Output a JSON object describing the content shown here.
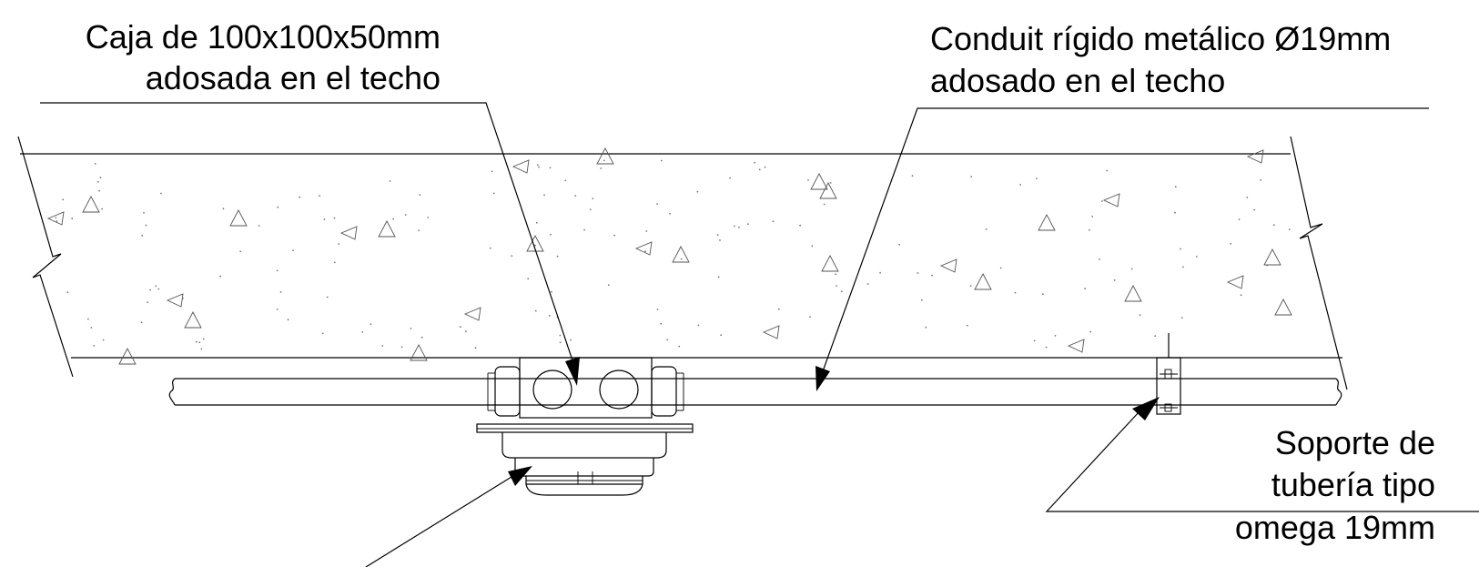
{
  "labels": {
    "box": {
      "line1": "Caja de 100x100x50mm",
      "line2": "adosada en el techo"
    },
    "conduit": {
      "line1": "Conduit rígido metálico Ø19mm",
      "line2": "adosado en el techo"
    },
    "support": {
      "line1": "Soporte de",
      "line2": "tubería tipo",
      "line3": "omega 19mm"
    }
  },
  "colors": {
    "ink": "#000000",
    "aggregate": "#555555",
    "background": "#ffffff"
  }
}
